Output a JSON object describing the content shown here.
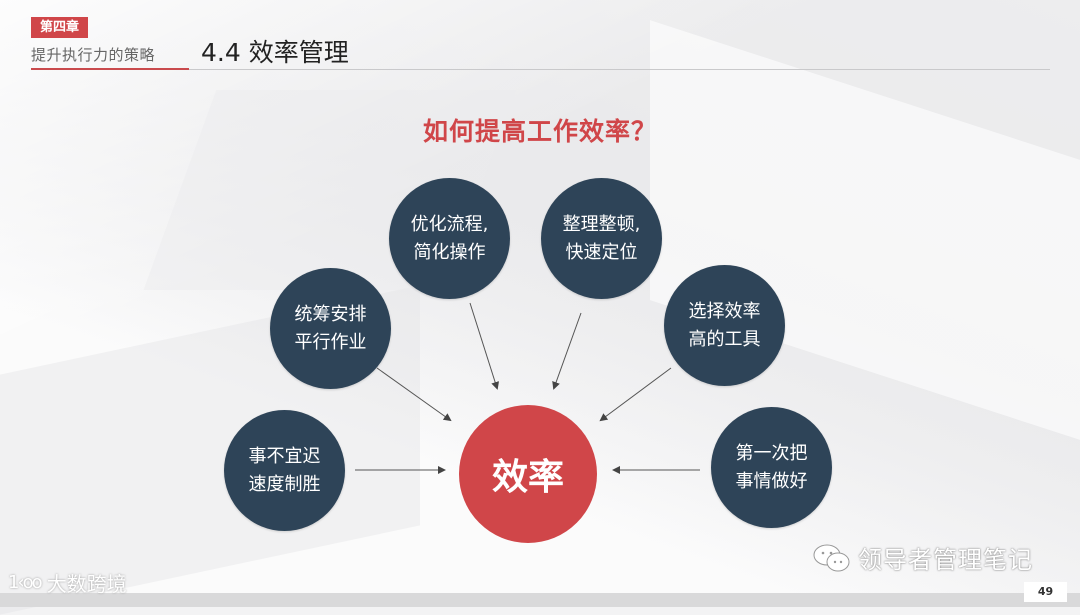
{
  "header": {
    "chapter_badge": "第四章",
    "chapter_subtitle": "提升执行力的策略",
    "section_title": "4.4 效率管理"
  },
  "colors": {
    "accent_red": "#d04649",
    "node_navy": "#2e4458"
  },
  "diagram": {
    "question": "如何提高工作效率？",
    "center": "效率",
    "nodes": [
      {
        "id": "optimize-process",
        "lines": [
          "优化流程,",
          "简化操作"
        ]
      },
      {
        "id": "organize",
        "lines": [
          "整理整顿,",
          "快速定位"
        ]
      },
      {
        "id": "parallel-work",
        "lines": [
          "统筹安排",
          "平行作业"
        ]
      },
      {
        "id": "efficient-tools",
        "lines": [
          "选择效率",
          "高的工具"
        ]
      },
      {
        "id": "no-delay",
        "lines": [
          "事不宜迟",
          "速度制胜"
        ]
      },
      {
        "id": "do-right-first",
        "lines": [
          "第一次把",
          "事情做好"
        ]
      }
    ]
  },
  "footer": {
    "watermark": "领导者管理笔记",
    "watermark_icon": "wechat-icon",
    "logo_mark": "1‹oo",
    "logo_text": "大数跨境",
    "page_number": "49"
  }
}
